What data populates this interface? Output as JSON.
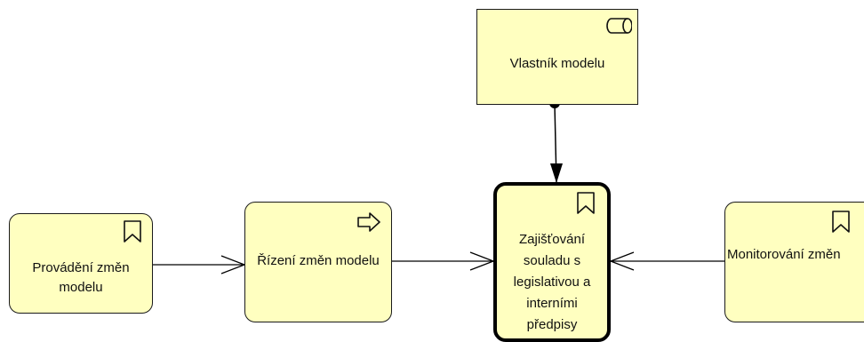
{
  "diagram": {
    "nodes": {
      "owner": {
        "label": "Vlastník modelu",
        "type": "business-role",
        "icon": "role-cylinder-icon",
        "fill": "#ffffc0"
      },
      "change_implementation": {
        "label": "Provádění změn modelu",
        "type": "business-function",
        "icon": "bookmark-icon",
        "fill": "#ffffc0"
      },
      "change_management": {
        "label": "Řízení změn modelu",
        "type": "business-process",
        "icon": "process-arrow-icon",
        "fill": "#ffffc0"
      },
      "compliance": {
        "label": "Zajišťování souladu s legislativou a interními předpisy",
        "type": "business-function",
        "icon": "bookmark-icon",
        "fill": "#ffffc0",
        "selected": true
      },
      "monitoring": {
        "label": "Monitorování změn",
        "type": "business-function",
        "icon": "bookmark-icon",
        "fill": "#ffffc0"
      }
    },
    "relationships": [
      {
        "from": "owner",
        "to": "compliance",
        "kind": "assignment"
      },
      {
        "from": "change_implementation",
        "to": "change_management",
        "kind": "triggering"
      },
      {
        "from": "change_management",
        "to": "compliance",
        "kind": "triggering"
      },
      {
        "from": "monitoring",
        "to": "compliance",
        "kind": "triggering"
      }
    ],
    "colors": {
      "element_fill": "#ffffc0",
      "border": "#1a1a1a",
      "connector": "#000000"
    }
  }
}
